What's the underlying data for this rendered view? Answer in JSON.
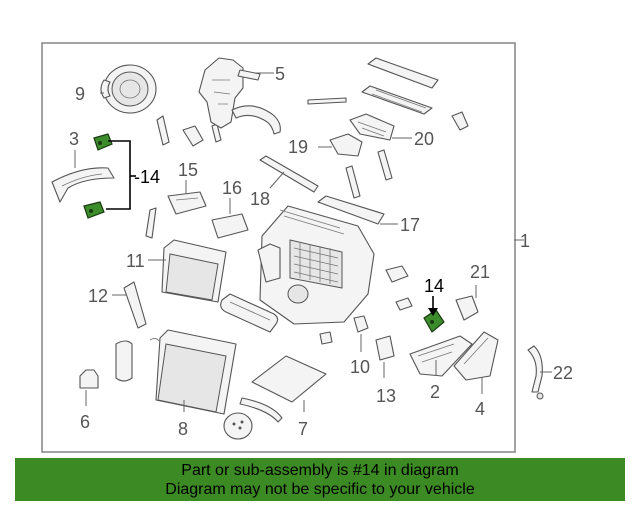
{
  "diagram": {
    "callouts": {
      "c1": "1",
      "c2": "2",
      "c3": "3",
      "c4": "4",
      "c5": "5",
      "c6": "6",
      "c7": "7",
      "c8": "8",
      "c9": "9",
      "c10": "10",
      "c11": "11",
      "c12": "12",
      "c13": "13",
      "c14a": "-14",
      "c14b": "14",
      "c15": "15",
      "c16": "16",
      "c17": "17",
      "c18": "18",
      "c19": "19",
      "c20": "20",
      "c21": "21",
      "c22": "22"
    },
    "highlight_color": "#3c8c2c"
  },
  "banner": {
    "line1": "Part or sub-assembly is #14 in diagram",
    "line2": "Diagram may not be specific to your vehicle",
    "background": "#3b8a23"
  }
}
